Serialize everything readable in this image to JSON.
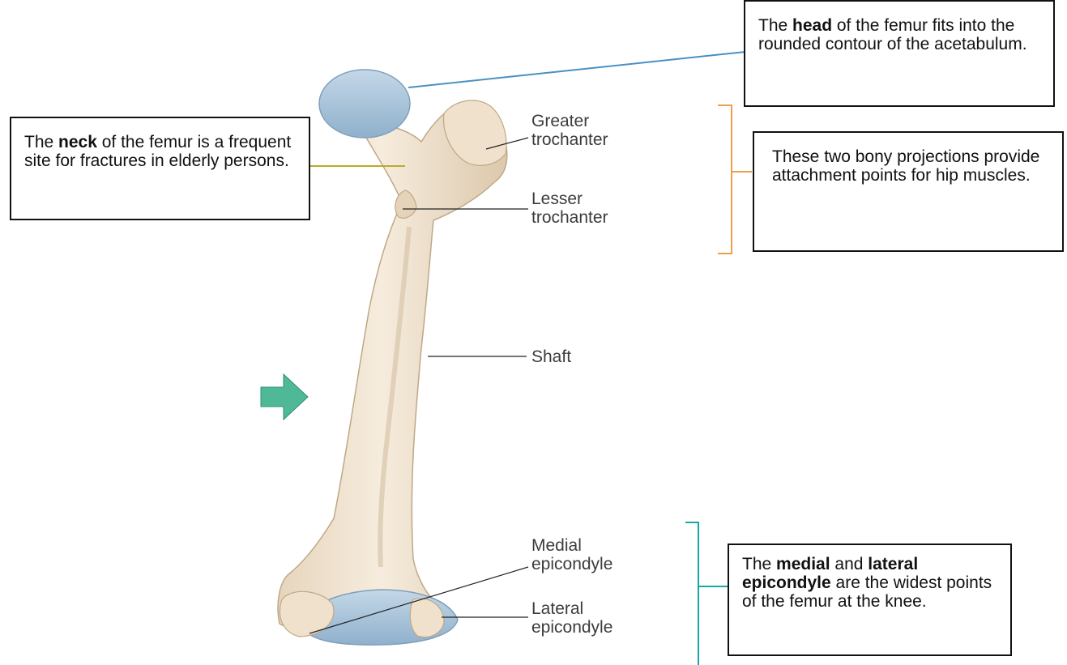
{
  "top_fragment": "...",
  "labels": {
    "greater_trochanter": [
      "Greater",
      "trochanter"
    ],
    "lesser_trochanter": [
      "Lesser",
      "trochanter"
    ],
    "shaft": "Shaft",
    "medial_epicondyle": [
      "Medial",
      "epicondyle"
    ],
    "lateral_epicondyle": [
      "Lateral",
      "epicondyle"
    ]
  },
  "boxes": {
    "head": [
      "The ",
      "head",
      " of the femur fits into the rounded contour of the acetabulum."
    ],
    "neck": [
      "The ",
      "neck",
      " of the femur is a frequent site for fractures in elderly persons."
    ],
    "trochanters": "These two bony projections provide attachment points for hip muscles.",
    "epicondyles": [
      "The ",
      "medial",
      " and ",
      "lateral",
      " ",
      "epicondyle",
      " are the widest points of the femur at the knee."
    ]
  },
  "colors": {
    "bone": "#f0e4d2",
    "bone_shade": "#d7c5ab",
    "cartilage": "#a9c4da",
    "head_leader": "#4a90c2",
    "neck_leader": "#b8ad2a",
    "bracket_orange": "#e8a24a",
    "bracket_teal": "#1aa6a6",
    "arrow": "#4fb897"
  }
}
